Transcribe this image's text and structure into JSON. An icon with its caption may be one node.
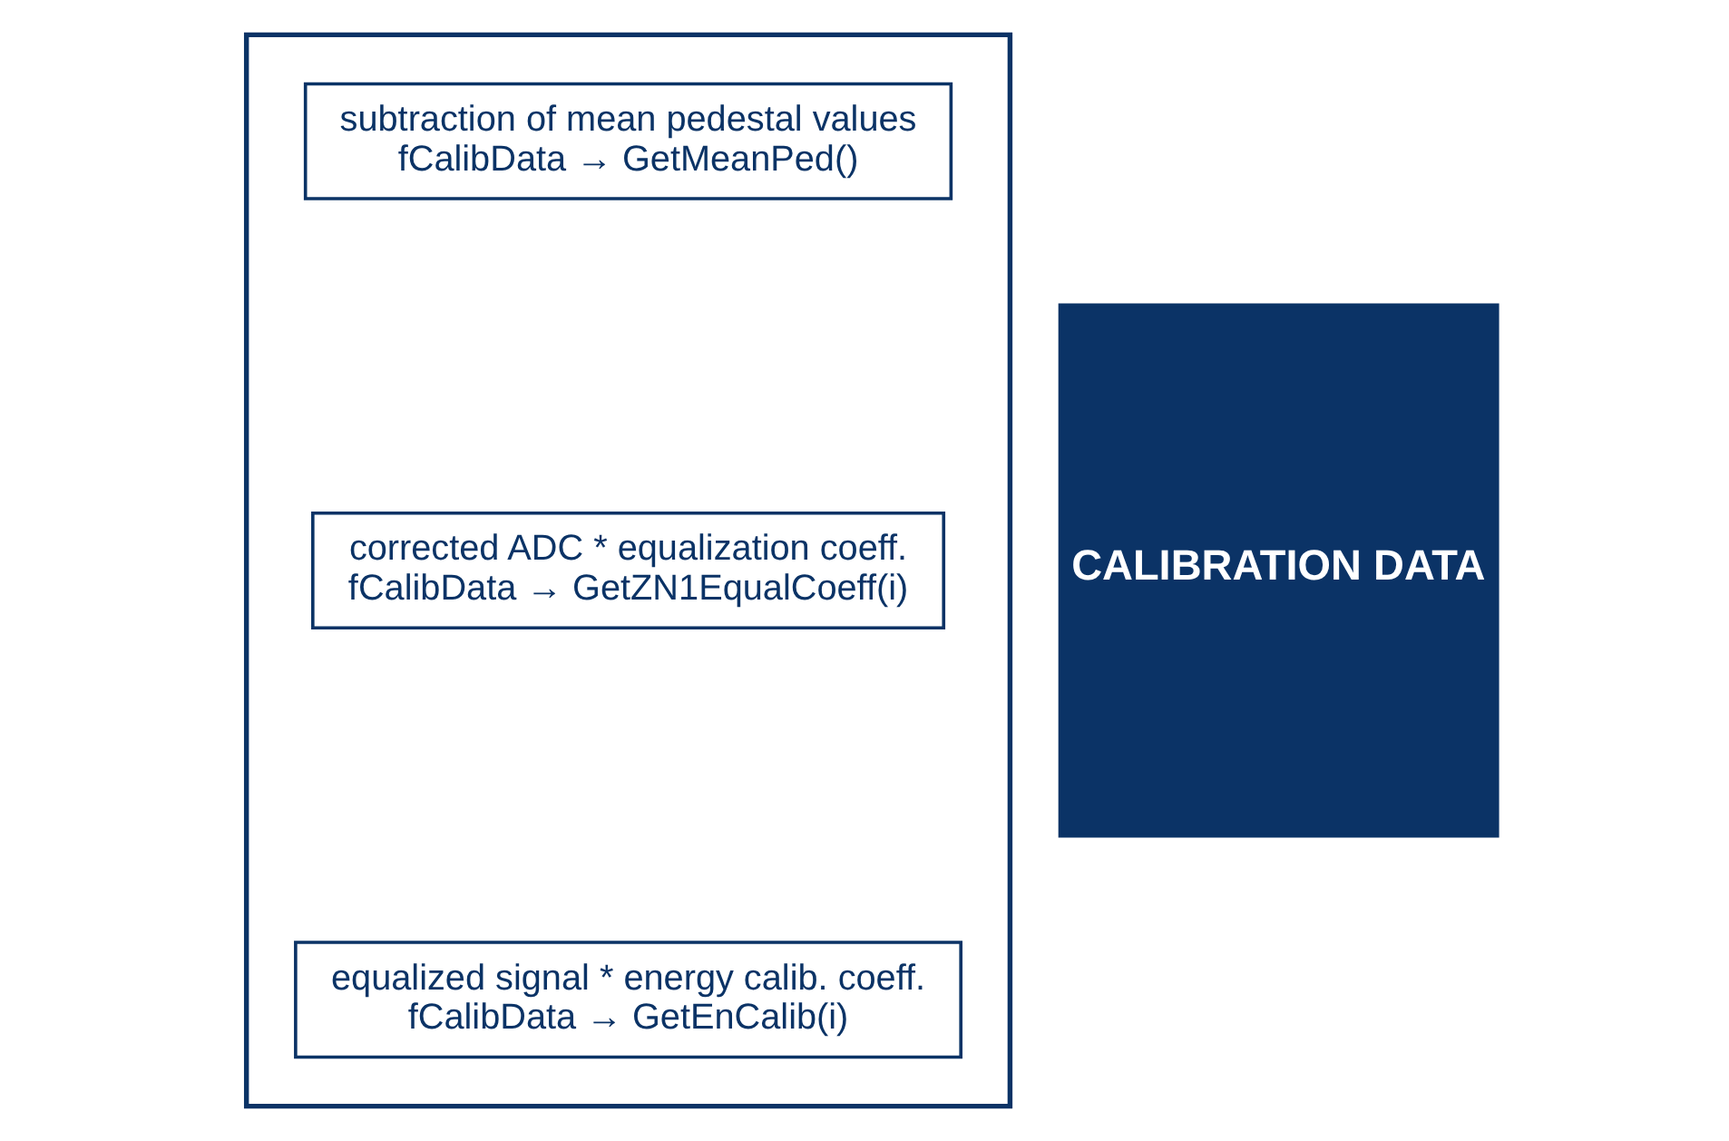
{
  "diagram": {
    "nodes": [
      {
        "text": [],
        "shape": "box"
      },
      {
        "text": [
          "subtraction of mean pedestal values",
          "fCalibData → GetMeanPed()"
        ],
        "in": 0
      },
      {
        "text": [
          "corrected ADC * equalization coeff.",
          "fCalibData → GetZN1EqualCoeff(i)"
        ],
        "in": 0
      },
      {
        "text": [
          "equalized signal * energy calib. coeff.",
          "fCalibData → GetEnCalib(i)"
        ],
        "in": 0
      },
      {
        "text": [
          "CALIBRATION DATA"
        ]
      }
    ]
  }
}
